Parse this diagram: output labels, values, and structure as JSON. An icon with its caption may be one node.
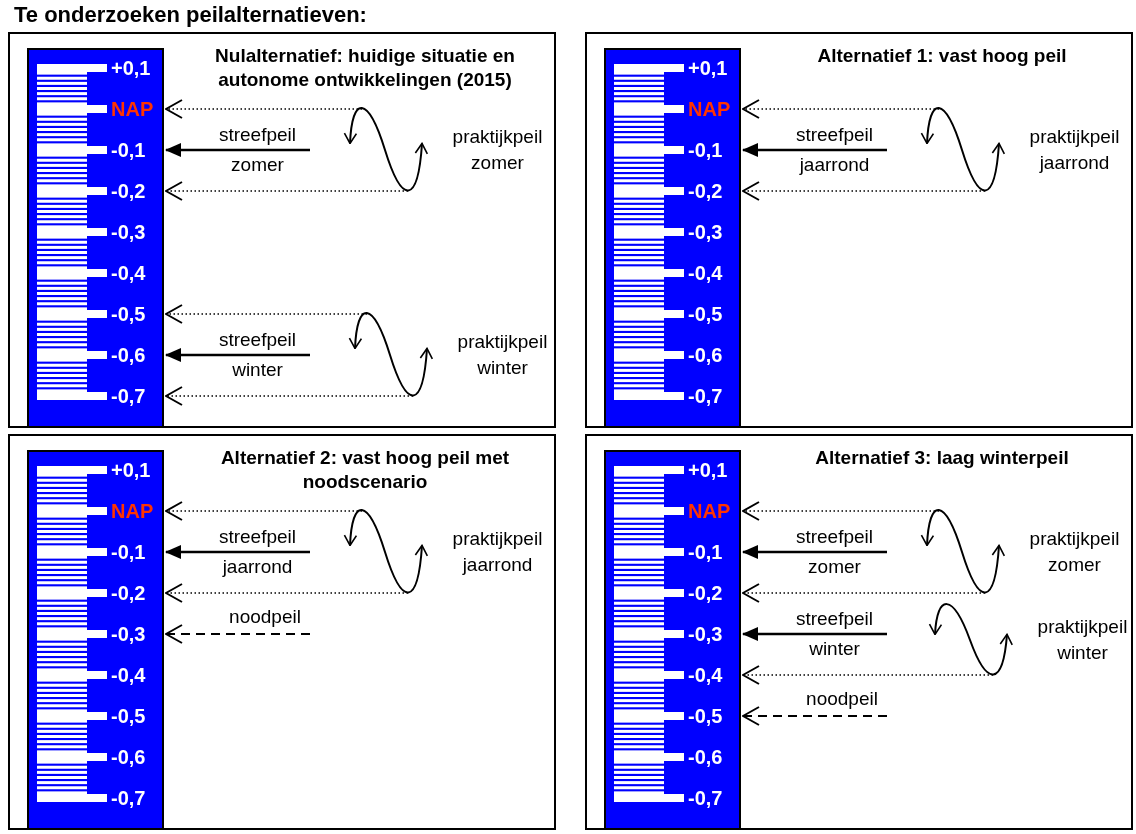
{
  "diagram": {
    "title": "Te onderzoeken peilalternatieven:",
    "nodes": [
      {
        "text": [
          "Nulalternatief: huidige situatie en autonome ontwikkelingen (2015)"
        ]
      },
      {
        "text": [
          "+0,1",
          "NAP",
          "-0,1",
          "-0,2",
          "-0,3",
          "-0,4",
          "-0,5",
          "-0,6",
          "-0,7"
        ],
        "in": 0
      },
      {
        "text": [],
        "shape": "picture",
        "in": 0,
        "beside": [
          "praktijkpeil zomer"
        ]
      },
      {
        "text": [],
        "shape": "picture",
        "in": 0,
        "beside": [
          "praktijkpeil winter"
        ]
      },
      {
        "text": [
          "Alternatief 1: vast hoog peil"
        ]
      },
      {
        "text": [
          "+0,1",
          "NAP",
          "-0,1",
          "-0,2",
          "-0,3",
          "-0,4",
          "-0,5",
          "-0,6",
          "-0,7"
        ],
        "in": 4
      },
      {
        "text": [],
        "shape": "picture",
        "in": 4,
        "beside": [
          "praktijkpeil jaarrond"
        ]
      },
      {
        "text": [
          "Alternatief 2: vast hoog peil met noodscenario"
        ]
      },
      {
        "text": [
          "+0,1",
          "NAP",
          "-0,1",
          "-0,2",
          "-0,3",
          "-0,4",
          "-0,5",
          "-0,6",
          "-0,7"
        ],
        "in": 7
      },
      {
        "text": [],
        "shape": "picture",
        "in": 7,
        "beside": [
          "praktijkpeil jaarrond"
        ]
      },
      {
        "text": [
          "Alternatief 3: laag winterpeil"
        ]
      },
      {
        "text": [
          "+0,1",
          "NAP",
          "-0,1",
          "-0,2",
          "-0,3",
          "-0,4",
          "-0,5",
          "-0,6",
          "-0,7"
        ],
        "in": 10
      },
      {
        "text": [],
        "shape": "picture",
        "in": 10,
        "beside": [
          "praktijkpeil zomer"
        ]
      },
      {
        "text": [],
        "shape": "picture",
        "in": 10,
        "beside": [
          "praktijkpeil winter"
        ]
      }
    ],
    "edges": [
      {
        "from": 2,
        "to": 1,
        "arrow": "to",
        "style": "dashed"
      },
      {
        "from": null,
        "to": 1,
        "arrow": "to",
        "label": "streefpeil zomer"
      },
      {
        "from": 2,
        "to": 1,
        "arrow": "to",
        "style": "dashed"
      },
      {
        "from": 3,
        "to": 1,
        "arrow": "to",
        "style": "dashed"
      },
      {
        "from": null,
        "to": 1,
        "arrow": "to",
        "label": "streefpeil winter"
      },
      {
        "from": 3,
        "to": 1,
        "arrow": "to",
        "style": "dashed"
      },
      {
        "from": 6,
        "to": 5,
        "arrow": "to",
        "style": "dashed"
      },
      {
        "from": null,
        "to": 5,
        "arrow": "to",
        "label": "streefpeil jaarrond"
      },
      {
        "from": 6,
        "to": 5,
        "arrow": "to",
        "style": "dashed"
      },
      {
        "from": 9,
        "to": 8,
        "arrow": "to",
        "style": "dashed"
      },
      {
        "from": null,
        "to": 8,
        "arrow": "to",
        "label": "streefpeil jaarrond"
      },
      {
        "from": 9,
        "to": 8,
        "arrow": "to",
        "style": "dashed"
      },
      {
        "from": null,
        "to": 8,
        "arrow": "to",
        "style": "dashed",
        "label": "noodpeil"
      },
      {
        "from": 12,
        "to": 11,
        "arrow": "to",
        "style": "dashed"
      },
      {
        "from": null,
        "to": 11,
        "arrow": "to",
        "label": "streefpeil zomer"
      },
      {
        "from": 12,
        "to": 11,
        "arrow": "to",
        "style": "dashed"
      },
      {
        "from": null,
        "to": 11,
        "arrow": "to",
        "label": "streefpeil winter"
      },
      {
        "from": 13,
        "to": 11,
        "arrow": "to",
        "style": "dashed"
      },
      {
        "from": null,
        "to": 11,
        "arrow": "to",
        "style": "dashed",
        "label": "noodpeil"
      }
    ]
  }
}
